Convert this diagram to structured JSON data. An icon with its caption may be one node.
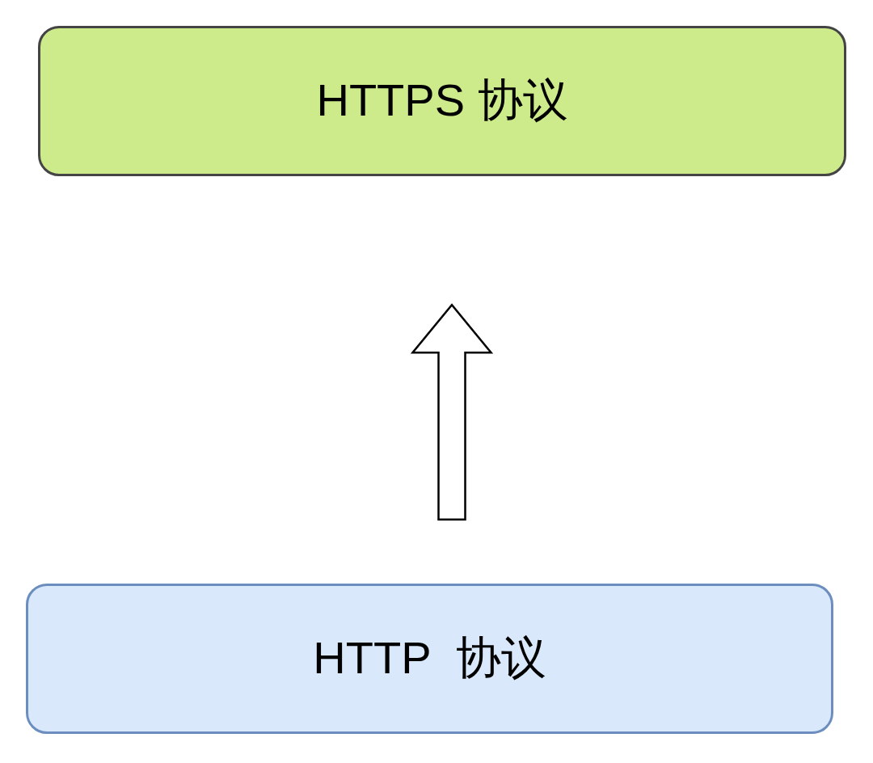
{
  "diagram": {
    "nodes": [
      {
        "text": [
          "HTTPS 协议"
        ]
      },
      {
        "text": [
          "HTTP  协议"
        ]
      }
    ],
    "edges": [
      {
        "from": 1,
        "to": 0,
        "arrow": "to"
      }
    ]
  }
}
